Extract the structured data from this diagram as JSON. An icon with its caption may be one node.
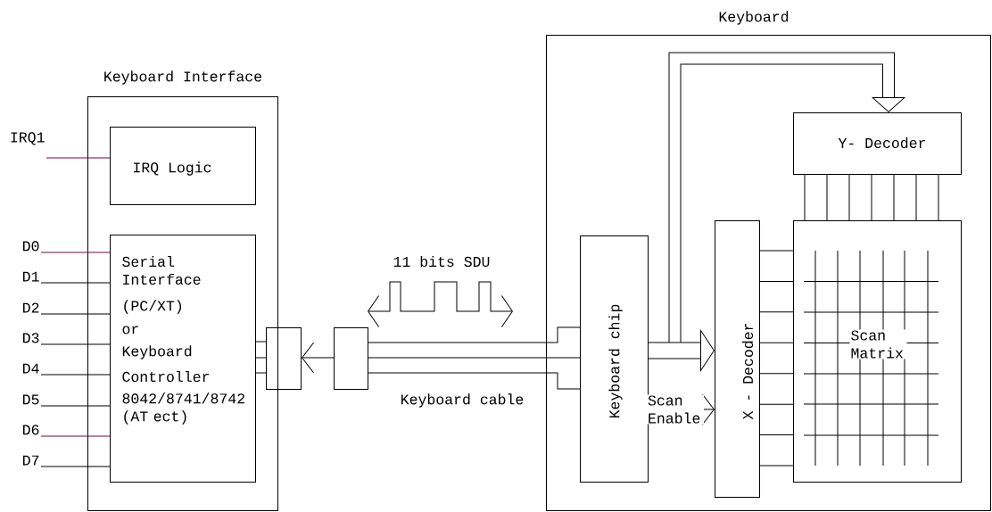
{
  "diagram": {
    "nodes": [
      {
        "text": [
          "Keyboard Interface"
        ]
      },
      {
        "text": [
          "IRQ Logic"
        ],
        "in": 0
      },
      {
        "text": [
          "Serial Interface",
          "(PC/XT)",
          "or",
          "Keyboard",
          "Controller",
          "8042/8741/8742 (AT ect)"
        ],
        "in": 0
      },
      {
        "text": [
          "IRQ1"
        ]
      },
      {
        "text": [
          "D0"
        ]
      },
      {
        "text": [
          "D1"
        ]
      },
      {
        "text": [
          "D2"
        ]
      },
      {
        "text": [
          "D3"
        ]
      },
      {
        "text": [
          "D4"
        ]
      },
      {
        "text": [
          "D5"
        ]
      },
      {
        "text": [
          "D6"
        ]
      },
      {
        "text": [
          "D7"
        ]
      },
      {
        "text": [],
        "shape": "box"
      },
      {
        "text": [],
        "shape": "box"
      },
      {
        "text": [
          "Keyboard"
        ]
      },
      {
        "text": [
          "Keyboard chip"
        ],
        "in": 14
      },
      {
        "text": [
          "Y- Decoder"
        ],
        "in": 14
      },
      {
        "text": [
          "X - Decoder"
        ],
        "in": 14
      },
      {
        "text": [
          "Scan Matrix"
        ],
        "in": 14
      }
    ],
    "edges": [
      {
        "from": 3,
        "to": 1,
        "arrow": "none",
        "color": "#800040"
      },
      {
        "from": 4,
        "to": 2,
        "arrow": "none",
        "color": "#800040"
      },
      {
        "from": 5,
        "to": 2,
        "arrow": "none"
      },
      {
        "from": 6,
        "to": 2,
        "arrow": "none"
      },
      {
        "from": 7,
        "to": 2,
        "arrow": "none"
      },
      {
        "from": 8,
        "to": 2,
        "arrow": "none"
      },
      {
        "from": 9,
        "to": 2,
        "arrow": "none"
      },
      {
        "from": 10,
        "to": 2,
        "arrow": "none",
        "color": "#800040"
      },
      {
        "from": 11,
        "to": 2,
        "arrow": "none"
      },
      {
        "from": 2,
        "to": 12,
        "arrow": "none"
      },
      {
        "from": 2,
        "to": 12,
        "arrow": "none"
      },
      {
        "from": 2,
        "to": 12,
        "arrow": "none"
      },
      {
        "from": 13,
        "to": 12,
        "arrow": "to"
      },
      {
        "from": 13,
        "to": 15,
        "arrow": "none"
      },
      {
        "from": 13,
        "to": 15,
        "arrow": "none"
      },
      {
        "from": 13,
        "to": 15,
        "arrow": "none"
      },
      {
        "from": 15,
        "to": 17,
        "arrow": "to",
        "style": "thick"
      },
      {
        "from": 15,
        "to": 16,
        "arrow": "to",
        "style": "thick"
      },
      {
        "from": 15,
        "to": 17,
        "arrow": "to",
        "label": "Scan Enable"
      },
      {
        "from": 17,
        "to": 18,
        "arrow": "none"
      },
      {
        "from": 17,
        "to": 18,
        "arrow": "none"
      },
      {
        "from": 17,
        "to": 18,
        "arrow": "none"
      },
      {
        "from": 17,
        "to": 18,
        "arrow": "none"
      },
      {
        "from": 17,
        "to": 18,
        "arrow": "none"
      },
      {
        "from": 17,
        "to": 18,
        "arrow": "none"
      },
      {
        "from": 17,
        "to": 18,
        "arrow": "none"
      },
      {
        "from": 17,
        "to": 18,
        "arrow": "none"
      },
      {
        "from": 16,
        "to": 18,
        "arrow": "none"
      },
      {
        "from": 16,
        "to": 18,
        "arrow": "none"
      },
      {
        "from": 16,
        "to": 18,
        "arrow": "none"
      },
      {
        "from": 16,
        "to": 18,
        "arrow": "none"
      },
      {
        "from": 16,
        "to": 18,
        "arrow": "none"
      },
      {
        "from": 16,
        "to": 18,
        "arrow": "none"
      },
      {
        "from": 16,
        "to": 18,
        "arrow": "none"
      }
    ],
    "labels": [
      "11 bits SDU",
      "Keyboard cable"
    ]
  }
}
